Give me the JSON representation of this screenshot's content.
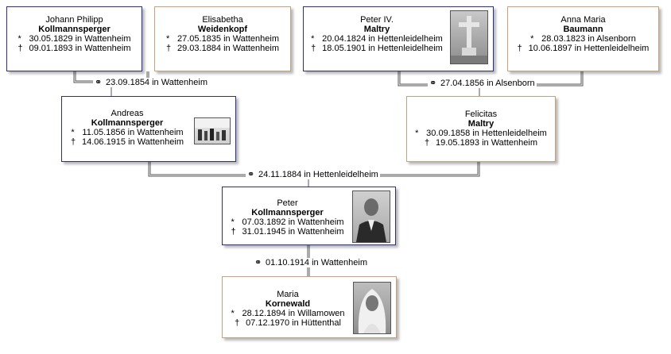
{
  "people": {
    "johann_philipp": {
      "given": "Johann Philipp",
      "surname": "Kollmannsperger",
      "birth": "30.05.1829 in Wattenheim",
      "death": "09.01.1893 in Wattenheim"
    },
    "elisabetha": {
      "given": "Elisabetha",
      "surname": "Weidenkopf",
      "birth": "27.05.1835 in Wattenheim",
      "death": "29.03.1884 in Wattenheim"
    },
    "peter_iv": {
      "given": "Peter IV.",
      "surname": "Maltry",
      "birth": "20.04.1824 in Hettenleidelheim",
      "death": "18.05.1901 in Hettenleidelheim"
    },
    "anna_maria": {
      "given": "Anna Maria",
      "surname": "Baumann",
      "birth": "28.03.1823 in Alsenborn",
      "death": "10.06.1897 in Hettenleidelheim"
    },
    "andreas": {
      "given": "Andreas",
      "surname": "Kollmannsperger",
      "birth": "11.05.1856 in Wattenheim",
      "death": "14.06.1915 in Wattenheim"
    },
    "felicitas": {
      "given": "Felicitas",
      "surname": "Maltry",
      "birth": "30.09.1858 in Hettenleidelheim",
      "death": "19.05.1893 in Wattenheim"
    },
    "peter": {
      "given": "Peter",
      "surname": "Kollmannsperger",
      "birth": "07.03.1892 in Wattenheim",
      "death": "31.01.1945 in Wattenheim"
    },
    "maria": {
      "given": "Maria",
      "surname": "Kornewald",
      "birth": "28.12.1894 in Willamowen",
      "death": "07.12.1970 in Hüttenthal"
    }
  },
  "marriages": {
    "m1": "23.09.1854 in Wattenheim",
    "m2": "27.04.1856 in Alsenborn",
    "m3": "24.11.1884 in Hettenleidelheim",
    "m4": "01.10.1914 in Wattenheim"
  },
  "symbols": {
    "birth": "*",
    "death": "†",
    "marriage": "⚭"
  },
  "colors": {
    "male_border": "#2a2f8c",
    "female_border": "#c8a07a",
    "line": "#555555"
  }
}
